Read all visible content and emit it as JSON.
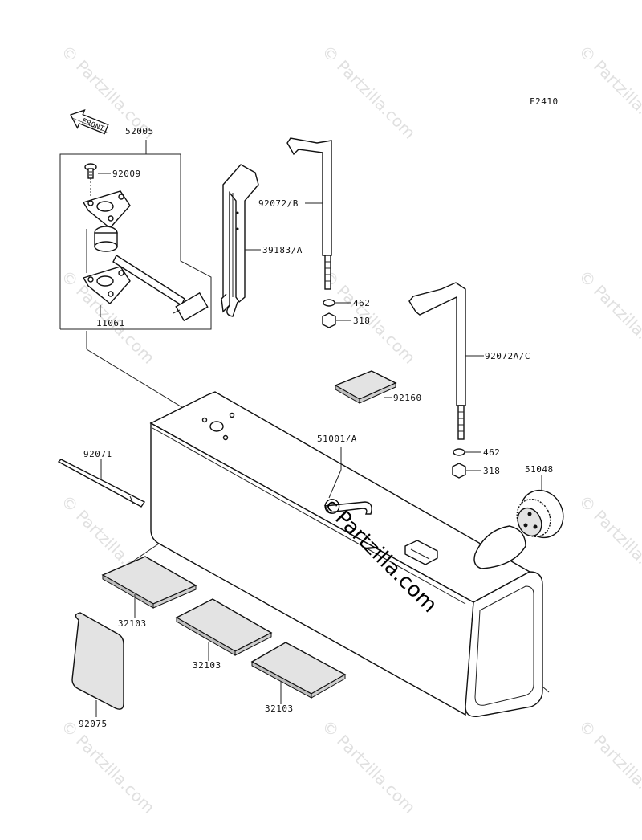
{
  "figure_code": "F2410",
  "front_label": "FRONT",
  "watermark": {
    "small": "© Partzilla.com",
    "center_symbol": "©",
    "center_text": "Partzilla.com"
  },
  "labels": {
    "p52005": "52005",
    "p92009": "92009",
    "p11061": "11061",
    "p39183": "39183/A",
    "p92072b": "92072/B",
    "p462a": "462",
    "p318a": "318",
    "p92072ac": "92072A/C",
    "p92160": "92160",
    "p51001": "51001/A",
    "p462b": "462",
    "p318b": "318",
    "p51048": "51048",
    "p92071": "92071",
    "p32103a": "32103",
    "p32103b": "32103",
    "p32103c": "32103",
    "p92075": "92075"
  }
}
